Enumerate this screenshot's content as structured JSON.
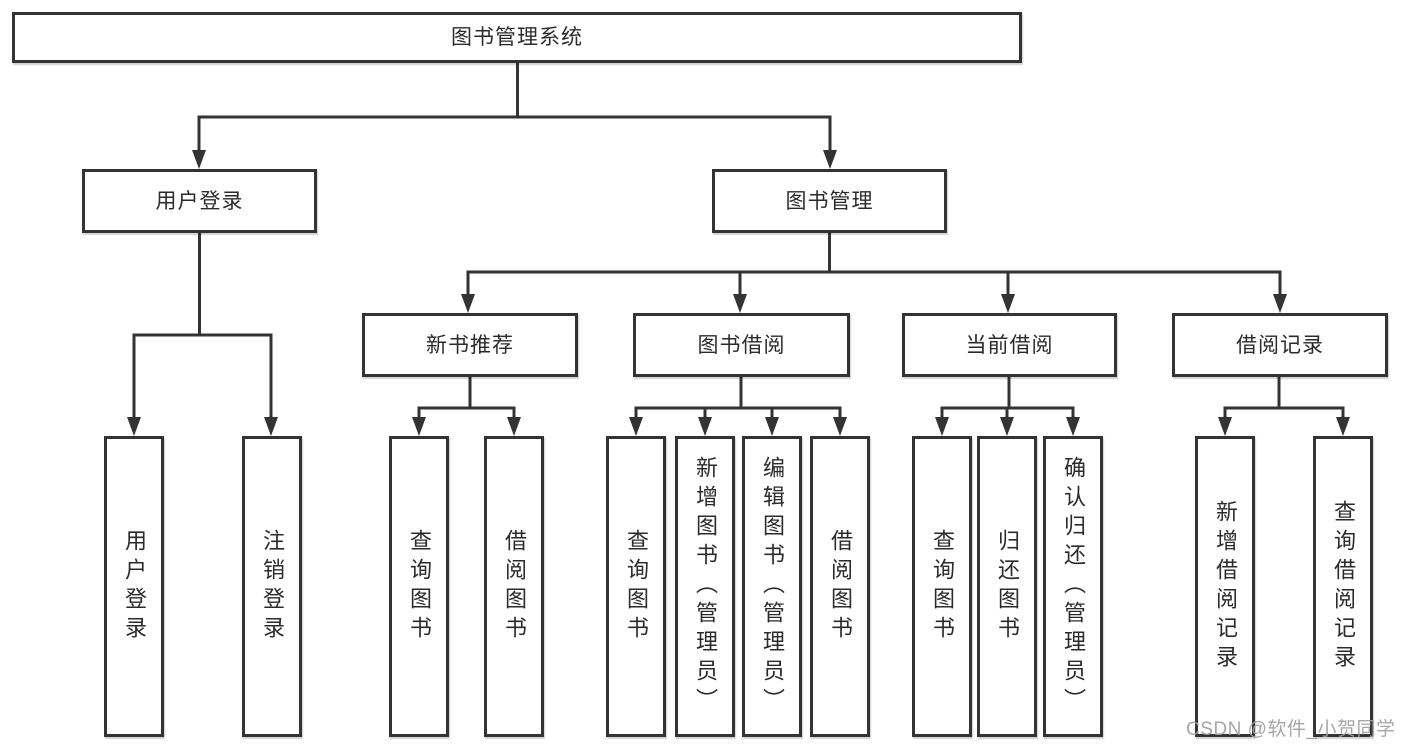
{
  "diagram_title": "图书管理系统",
  "nodes": {
    "root": {
      "label": "图书管理系统"
    },
    "userLogin": {
      "label": "用户登录"
    },
    "bookMgmt": {
      "label": "图书管理"
    },
    "newBookRec": {
      "label": "新书推荐"
    },
    "bookBorrow": {
      "label": "图书借阅"
    },
    "currentBorrow": {
      "label": "当前借阅"
    },
    "borrowRecords": {
      "label": "借阅记录"
    },
    "ulLogin": {
      "label": "用户登录"
    },
    "ulLogout": {
      "label": "注销登录"
    },
    "nbQuery": {
      "label": "查询图书"
    },
    "nbBorrow": {
      "label": "借阅图书"
    },
    "bbQuery": {
      "label": "查询图书"
    },
    "bbAdd": {
      "label": "新增图书（管理员）"
    },
    "bbEdit": {
      "label": "编辑图书（管理员）"
    },
    "bbBorrow": {
      "label": "借阅图书"
    },
    "cbQuery": {
      "label": "查询图书"
    },
    "cbReturn": {
      "label": "归还图书"
    },
    "cbConfirm": {
      "label": "确认归还（管理员）"
    },
    "brAdd": {
      "label": "新增借阅记录"
    },
    "brQuery": {
      "label": "查询借阅记录"
    }
  },
  "edges": [
    {
      "from": "root",
      "to": [
        "userLogin",
        "bookMgmt"
      ]
    },
    {
      "from": "userLogin",
      "to": [
        "ulLogin",
        "ulLogout"
      ]
    },
    {
      "from": "bookMgmt",
      "to": [
        "newBookRec",
        "bookBorrow",
        "currentBorrow",
        "borrowRecords"
      ]
    },
    {
      "from": "newBookRec",
      "to": [
        "nbQuery",
        "nbBorrow"
      ]
    },
    {
      "from": "bookBorrow",
      "to": [
        "bbQuery",
        "bbAdd",
        "bbEdit",
        "bbBorrow"
      ]
    },
    {
      "from": "currentBorrow",
      "to": [
        "cbQuery",
        "cbReturn",
        "cbConfirm"
      ]
    },
    {
      "from": "borrowRecords",
      "to": [
        "brAdd",
        "brQuery"
      ]
    }
  ],
  "colors": {
    "line": "#333333",
    "box_border": "#333333",
    "text": "#2b2b2b",
    "background": "#ffffff",
    "watermark": "#9e9e9e"
  },
  "watermark": {
    "text": "CSDN @软件_小贺同学"
  }
}
